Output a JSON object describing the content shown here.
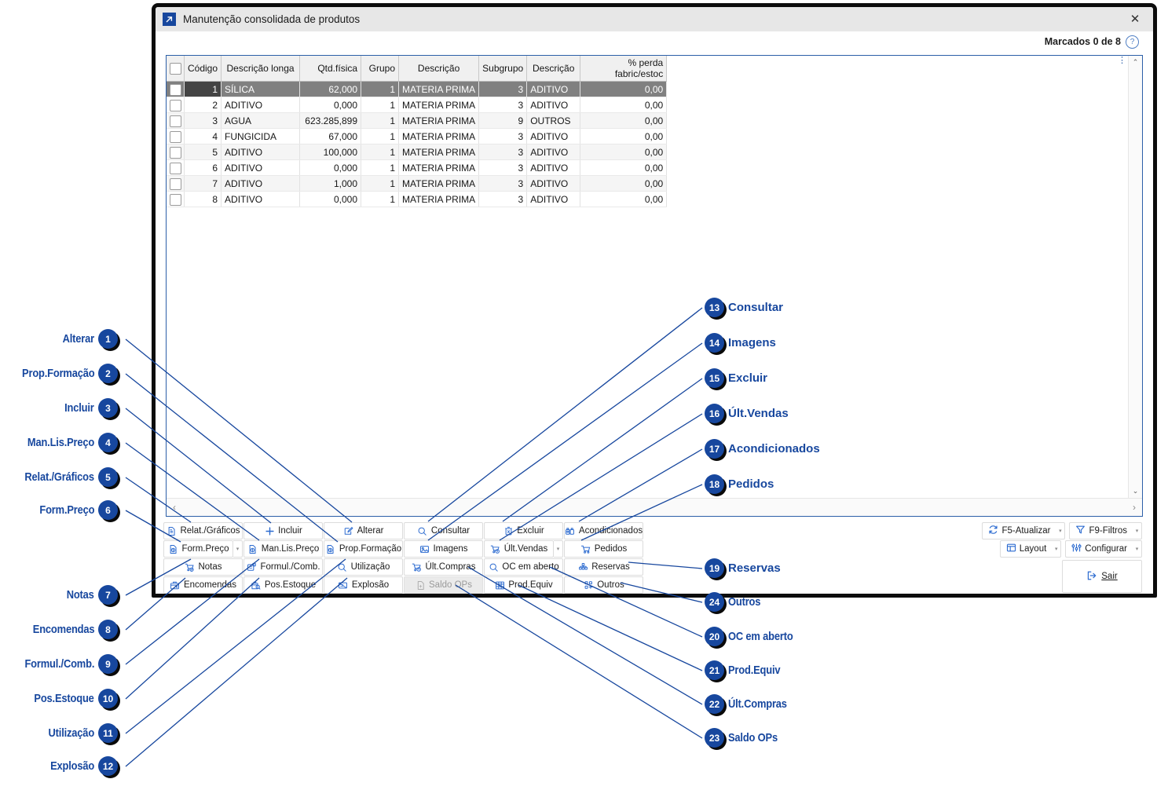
{
  "window": {
    "title": "Manutenção consolidada de produtos",
    "app_icon": "diagonal-arrow-icon",
    "close_label": "✕",
    "marcados": "Marcados 0 de 8",
    "help_label": "?"
  },
  "grid": {
    "columns": [
      {
        "key": "check",
        "label": "",
        "align": "center"
      },
      {
        "key": "codigo",
        "label": "Código",
        "align": "right"
      },
      {
        "key": "desc",
        "label": "Descrição longa",
        "align": "left"
      },
      {
        "key": "qtd",
        "label": "Qtd.física",
        "align": "right"
      },
      {
        "key": "grupo",
        "label": "Grupo",
        "align": "right"
      },
      {
        "key": "gdesc",
        "label": "Descrição",
        "align": "left"
      },
      {
        "key": "subgrupo",
        "label": "Subgrupo",
        "align": "right"
      },
      {
        "key": "sdesc",
        "label": "Descrição",
        "align": "left"
      },
      {
        "key": "perda",
        "label": "% perda fabric/estoc",
        "align": "right"
      }
    ],
    "rows": [
      {
        "codigo": "1",
        "desc": "SÍLICA",
        "qtd": "62,000",
        "grupo": "1",
        "gdesc": "MATERIA PRIMA",
        "subgrupo": "3",
        "sdesc": "ADITIVO",
        "perda": "0,00",
        "selected": true
      },
      {
        "codigo": "2",
        "desc": "ADITIVO",
        "qtd": "0,000",
        "grupo": "1",
        "gdesc": "MATERIA PRIMA",
        "subgrupo": "3",
        "sdesc": "ADITIVO",
        "perda": "0,00",
        "selected": false
      },
      {
        "codigo": "3",
        "desc": "AGUA",
        "qtd": "623.285,899",
        "grupo": "1",
        "gdesc": "MATERIA PRIMA",
        "subgrupo": "9",
        "sdesc": "OUTROS",
        "perda": "0,00",
        "selected": false
      },
      {
        "codigo": "4",
        "desc": "FUNGICIDA",
        "qtd": "67,000",
        "grupo": "1",
        "gdesc": "MATERIA PRIMA",
        "subgrupo": "3",
        "sdesc": "ADITIVO",
        "perda": "0,00",
        "selected": false
      },
      {
        "codigo": "5",
        "desc": "ADITIVO",
        "qtd": "100,000",
        "grupo": "1",
        "gdesc": "MATERIA PRIMA",
        "subgrupo": "3",
        "sdesc": "ADITIVO",
        "perda": "0,00",
        "selected": false
      },
      {
        "codigo": "6",
        "desc": "ADITIVO",
        "qtd": "0,000",
        "grupo": "1",
        "gdesc": "MATERIA PRIMA",
        "subgrupo": "3",
        "sdesc": "ADITIVO",
        "perda": "0,00",
        "selected": false
      },
      {
        "codigo": "7",
        "desc": "ADITIVO",
        "qtd": "1,000",
        "grupo": "1",
        "gdesc": "MATERIA PRIMA",
        "subgrupo": "3",
        "sdesc": "ADITIVO",
        "perda": "0,00",
        "selected": false
      },
      {
        "codigo": "8",
        "desc": "ADITIVO",
        "qtd": "0,000",
        "grupo": "1",
        "gdesc": "MATERIA PRIMA",
        "subgrupo": "3",
        "sdesc": "ADITIVO",
        "perda": "0,00",
        "selected": false
      }
    ],
    "scroll": {
      "up": "⌃",
      "down": "⌄",
      "left": "‹",
      "right": "›",
      "menu": "⋮"
    }
  },
  "toolbar": {
    "buttons": [
      {
        "id": "relat-graficos",
        "label": "Relat./Gráficos",
        "icon": "document-chart-icon",
        "split": false,
        "disabled": false
      },
      {
        "id": "incluir",
        "label": "Incluir",
        "icon": "plus-icon",
        "split": false,
        "disabled": false
      },
      {
        "id": "alterar",
        "label": "Alterar",
        "icon": "pencil-edit-icon",
        "split": false,
        "disabled": false
      },
      {
        "id": "consultar",
        "label": "Consultar",
        "icon": "magnifier-icon",
        "split": false,
        "disabled": false
      },
      {
        "id": "excluir",
        "label": "Excluir",
        "icon": "trash-icon",
        "split": false,
        "disabled": false
      },
      {
        "id": "acondicionados",
        "label": "Acondicionados",
        "icon": "packages-icon",
        "split": false,
        "disabled": false
      },
      {
        "id": "form-preco",
        "label": "Form.Preço",
        "icon": "price-doc-icon",
        "split": true,
        "disabled": false
      },
      {
        "id": "man-lis-preco",
        "label": "Man.Lis.Preço",
        "icon": "price-doc-icon",
        "split": false,
        "disabled": false
      },
      {
        "id": "prop-formacao",
        "label": "Prop.Formação",
        "icon": "price-doc-icon",
        "split": false,
        "disabled": false
      },
      {
        "id": "imagens",
        "label": "Imagens",
        "icon": "picture-icon",
        "split": false,
        "disabled": false
      },
      {
        "id": "ult-vendas",
        "label": "Últ.Vendas",
        "icon": "cart-clock-icon",
        "split": true,
        "disabled": false
      },
      {
        "id": "pedidos",
        "label": "Pedidos",
        "icon": "cart-icon",
        "split": false,
        "disabled": false
      },
      {
        "id": "notas",
        "label": "Notas",
        "icon": "cart-check-icon",
        "split": false,
        "disabled": false
      },
      {
        "id": "formul-comb",
        "label": "Formul./Comb.",
        "icon": "formula-icon",
        "split": false,
        "disabled": false
      },
      {
        "id": "utilizacao",
        "label": "Utilização",
        "icon": "magnifier-icon",
        "split": false,
        "disabled": false
      },
      {
        "id": "ult-compras",
        "label": "Últ.Compras",
        "icon": "cart-clock-icon",
        "split": false,
        "disabled": false
      },
      {
        "id": "oc-em-aberto",
        "label": "OC em aberto",
        "icon": "magnifier-icon",
        "split": false,
        "disabled": false
      },
      {
        "id": "reservas",
        "label": "Reservas",
        "icon": "blocks-icon",
        "split": false,
        "disabled": false
      },
      {
        "id": "encomendas",
        "label": "Encomendas",
        "icon": "box-plus-icon",
        "split": false,
        "disabled": false
      },
      {
        "id": "pos-estoque",
        "label": "Pos.Estoque",
        "icon": "box-search-icon",
        "split": false,
        "disabled": false
      },
      {
        "id": "explosao",
        "label": "Explosão",
        "icon": "explosion-icon",
        "split": false,
        "disabled": false
      },
      {
        "id": "saldo-ops",
        "label": "Saldo OPs",
        "icon": "doc-plus-icon",
        "split": false,
        "disabled": true
      },
      {
        "id": "prod-equiv",
        "label": "Prod.Equiv",
        "icon": "table-grid-icon",
        "split": false,
        "disabled": false
      },
      {
        "id": "outros",
        "label": "Outros",
        "icon": "blocks-plus-icon",
        "split": false,
        "disabled": false
      }
    ],
    "right": [
      {
        "id": "f5-atualizar",
        "label": "F5-Atualizar",
        "icon": "refresh-icon",
        "split": true
      },
      {
        "id": "f9-filtros",
        "label": "F9-Filtros",
        "icon": "funnel-icon",
        "split": true
      },
      {
        "id": "layout",
        "label": "Layout",
        "icon": "layout-icon",
        "split": true
      },
      {
        "id": "configurar",
        "label": "Configurar",
        "icon": "sliders-icon",
        "split": true
      }
    ],
    "exit": {
      "id": "sair",
      "label": "Sair",
      "icon": "exit-arrow-icon"
    }
  },
  "annotations": {
    "left": [
      {
        "n": "1",
        "label": "Alterar"
      },
      {
        "n": "2",
        "label": "Prop.Formação"
      },
      {
        "n": "3",
        "label": "Incluir"
      },
      {
        "n": "4",
        "label": "Man.Lis.Preço"
      },
      {
        "n": "5",
        "label": "Relat./Gráficos"
      },
      {
        "n": "6",
        "label": "Form.Preço"
      },
      {
        "n": "7",
        "label": "Notas"
      },
      {
        "n": "8",
        "label": "Encomendas"
      },
      {
        "n": "9",
        "label": "Formul./Comb."
      },
      {
        "n": "10",
        "label": "Pos.Estoque"
      },
      {
        "n": "11",
        "label": "Utilização"
      },
      {
        "n": "12",
        "label": "Explosão"
      }
    ],
    "right": [
      {
        "n": "13",
        "label": "Consultar"
      },
      {
        "n": "14",
        "label": "Imagens"
      },
      {
        "n": "15",
        "label": "Excluir"
      },
      {
        "n": "16",
        "label": "Últ.Vendas"
      },
      {
        "n": "17",
        "label": "Acondicionados"
      },
      {
        "n": "18",
        "label": "Pedidos"
      },
      {
        "n": "19",
        "label": "Reservas"
      },
      {
        "n": "24",
        "label": "Outros"
      },
      {
        "n": "20",
        "label": "OC em aberto"
      },
      {
        "n": "21",
        "label": "Prod.Equiv"
      },
      {
        "n": "22",
        "label": "Últ.Compras"
      },
      {
        "n": "23",
        "label": "Saldo OPs"
      }
    ]
  },
  "colors": {
    "accent": "#17479e",
    "grid_border": "#2c5fa8",
    "selection": "#808080",
    "title_bar": "#e7e7e7"
  }
}
